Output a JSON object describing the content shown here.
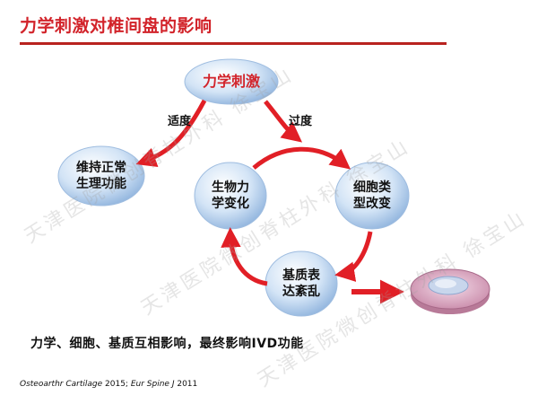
{
  "title": "力学刺激对椎间盘的影响",
  "nodes": {
    "stimulus": "力学刺激",
    "normal": "维持正常\n生理功能",
    "biomech": "生物力\n学变化",
    "celltype": "细胞类\n型改变",
    "matrix": "基质表\n达紊乱"
  },
  "edges": {
    "moderate": "适度",
    "excessive": "过度"
  },
  "summary": "力学、细胞、基质互相影响，最终影响IVD功能",
  "citation": {
    "journal1": "Osteoarthr Cartilage",
    "year1": "2015;",
    "journal2": "Eur Spine J",
    "year2": "2011"
  },
  "watermark": "天津医院微创脊柱外科  徐宝山",
  "colors": {
    "accent": "#d2232a",
    "node_blue": "#c7dcf3",
    "node_blue_dark": "#8fb3dd"
  }
}
